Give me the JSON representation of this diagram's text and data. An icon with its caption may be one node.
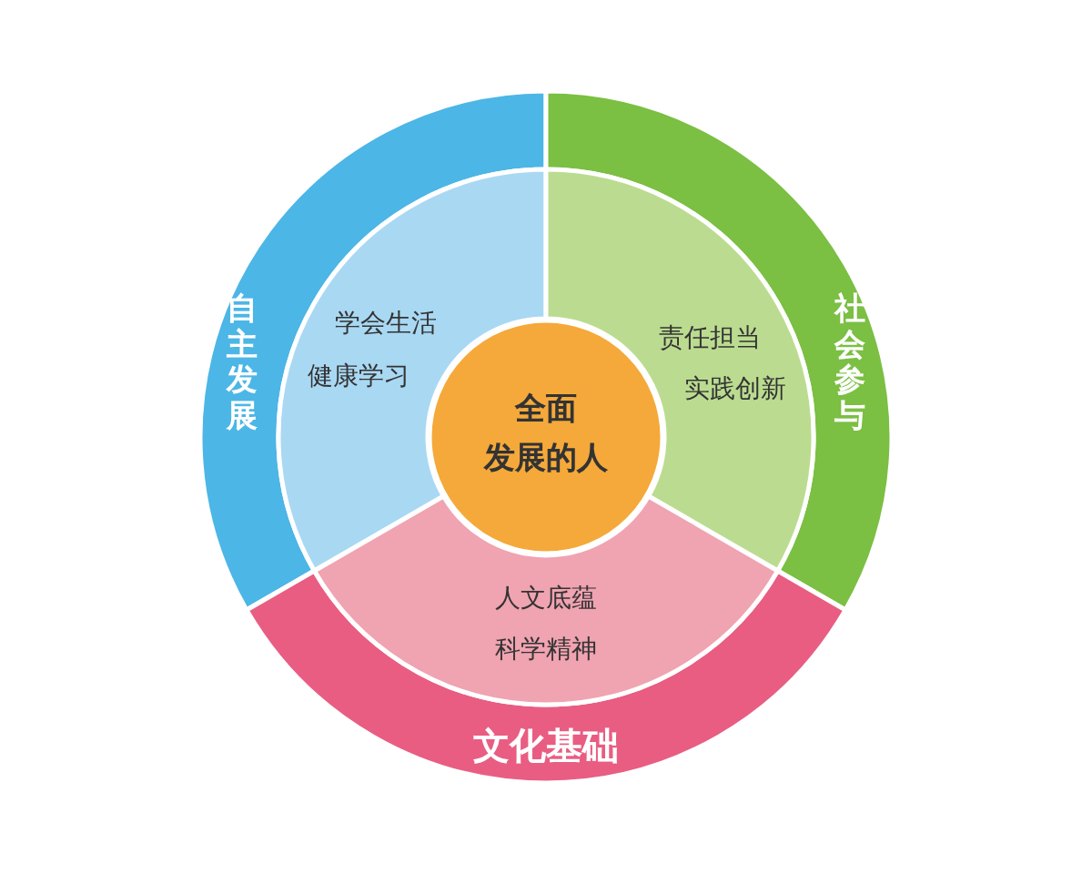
{
  "diagram": {
    "nodes": [
      {
        "text": [
          "自主发展"
        ]
      },
      {
        "text": [
          "学会生活",
          "健康学习"
        ]
      },
      {
        "text": [
          "社会参与"
        ]
      },
      {
        "text": [
          "责任担当",
          "实践创新"
        ]
      },
      {
        "text": [
          "全面发展的人"
        ]
      },
      {
        "text": [
          "人文底蕴",
          "科学精神"
        ]
      },
      {
        "text": [
          "文化基础"
        ]
      }
    ]
  }
}
